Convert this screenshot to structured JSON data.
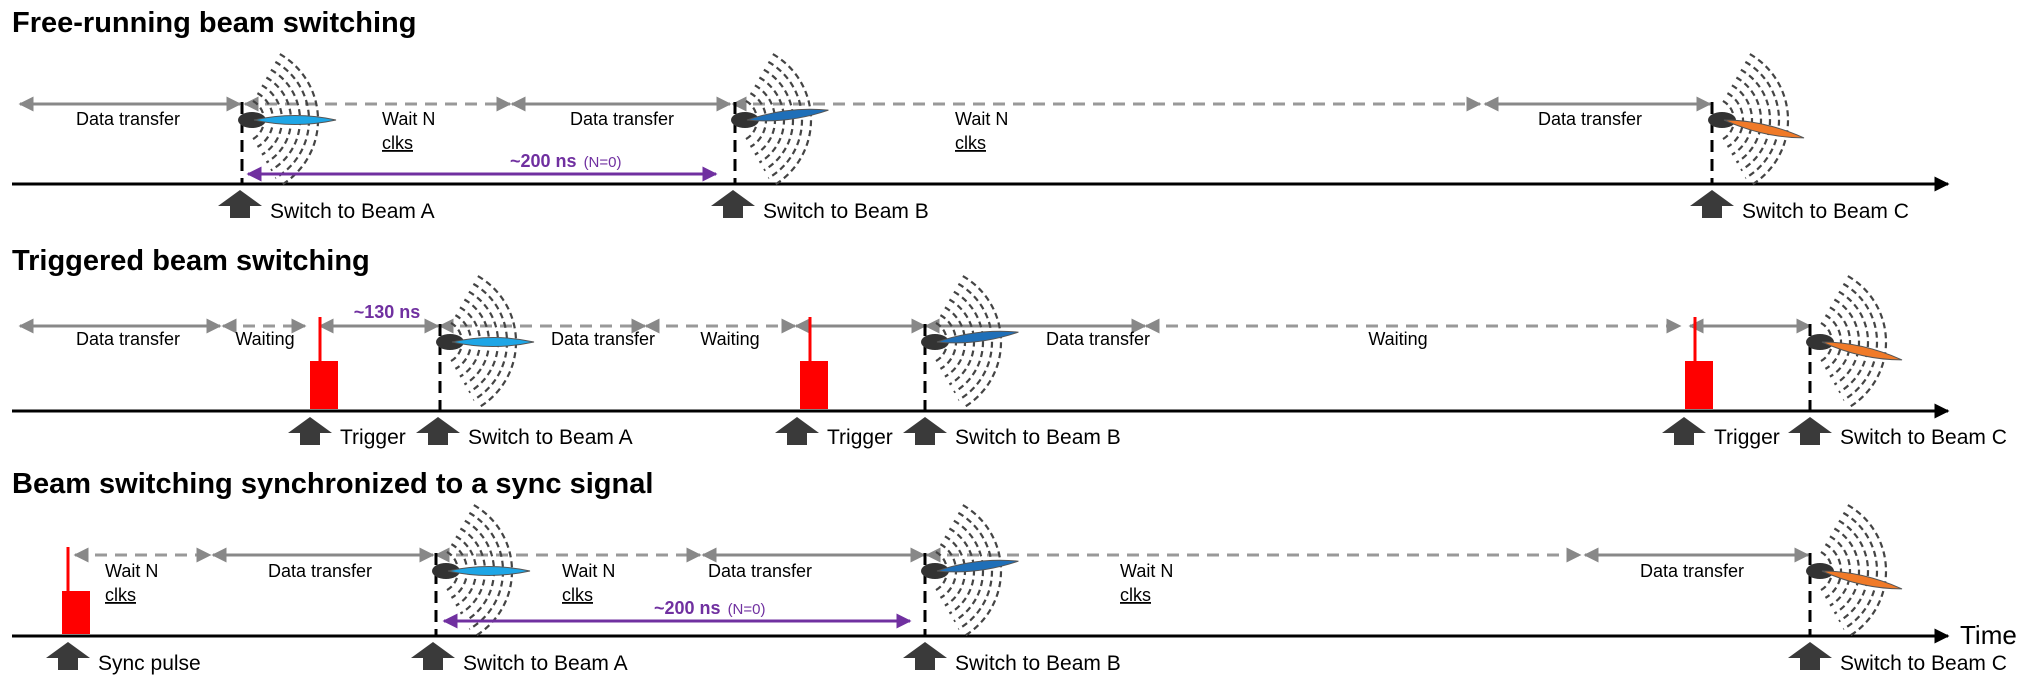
{
  "colors": {
    "axis": "#000000",
    "arrow": "#888888",
    "dash": "#999999",
    "purple": "#7030a0",
    "red": "#ff0000",
    "event_arrow": "#3a3a3a",
    "beam_a": "#1ea6e6",
    "beam_b": "#1f6fb8",
    "beam_c": "#f07a28"
  },
  "icons": {
    "event": "up-arrow-icon",
    "antenna": "radiating-antenna-icon",
    "trigger": "red-pulse-icon"
  },
  "time_label": "Time",
  "rows": [
    {
      "title": "Free-running beam switching",
      "labels": [
        {
          "text": "Data transfer"
        },
        {
          "text": "Wait N",
          "text2": "clks"
        },
        {
          "text": "Data transfer"
        },
        {
          "text": "Wait N",
          "text2": "clks"
        },
        {
          "text": "Data transfer"
        }
      ],
      "events": [
        {
          "text": "Switch to Beam A"
        },
        {
          "text": "Switch to Beam B"
        },
        {
          "text": "Switch to Beam C"
        }
      ],
      "purple": {
        "text": "~200 ns",
        "sub": "(N=0)"
      }
    },
    {
      "title": "Triggered beam switching",
      "labels": [
        {
          "text": "Data transfer"
        },
        {
          "text": "Waiting"
        },
        {
          "text": "Data transfer"
        },
        {
          "text": "Waiting"
        },
        {
          "text": "Data transfer"
        },
        {
          "text": "Waiting"
        }
      ],
      "events": [
        {
          "text": "Trigger"
        },
        {
          "text": "Switch to Beam A"
        },
        {
          "text": "Trigger"
        },
        {
          "text": "Switch to Beam B"
        },
        {
          "text": "Trigger"
        },
        {
          "text": "Switch to Beam C"
        }
      ],
      "purple": {
        "text": "~130 ns"
      }
    },
    {
      "title": "Beam switching synchronized to a sync signal",
      "labels": [
        {
          "text": "Wait N",
          "text2": "clks"
        },
        {
          "text": "Data transfer"
        },
        {
          "text": "Wait N",
          "text2": "clks"
        },
        {
          "text": "Data transfer"
        },
        {
          "text": "Wait N",
          "text2": "clks"
        },
        {
          "text": "Data transfer"
        }
      ],
      "events": [
        {
          "text": "Sync pulse"
        },
        {
          "text": "Switch to Beam A"
        },
        {
          "text": "Switch to Beam B"
        },
        {
          "text": "Switch to Beam C"
        }
      ],
      "purple": {
        "text": "~200 ns",
        "sub": "(N=0)"
      }
    }
  ]
}
